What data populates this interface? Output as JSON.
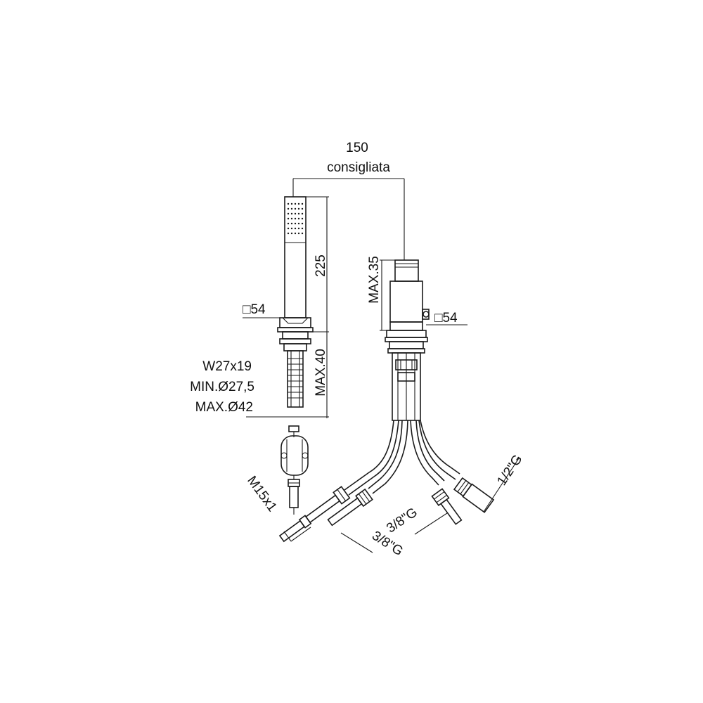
{
  "dimensions": {
    "width_150": "150",
    "recommended": "consigliata",
    "height_225": "225",
    "max_40": "MAX.40",
    "max_35": "MAX.35",
    "square_left": "□54",
    "square_right": "□54",
    "w_27x19": "W27x19",
    "min_diam": "MIN.Ø27,5",
    "max_diam": "MAX.Ø42"
  },
  "connections": {
    "m15x1": "M15x1",
    "g38_left": "3/8\"G",
    "g38_right": "3/8\"G",
    "g12": "1/2\"G"
  },
  "colors": {
    "line": "#1a1a1a",
    "background": "#ffffff"
  }
}
